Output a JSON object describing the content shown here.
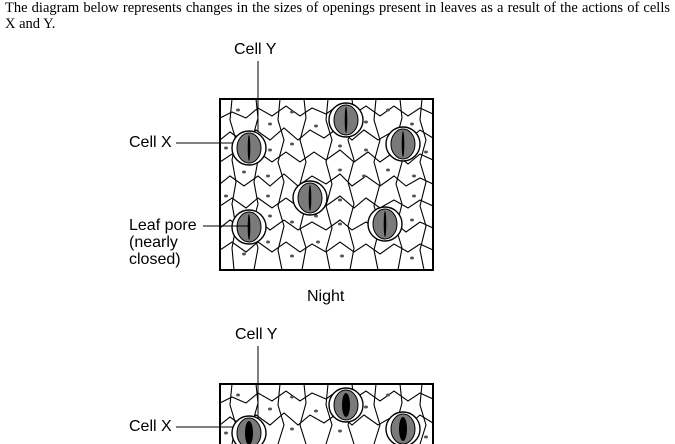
{
  "intro_text": "The diagram below represents changes in the sizes of openings present in leaves as a result of the actions of cells X and Y.",
  "night_panel": {
    "cell_y_label": "Cell Y",
    "cell_x_label": "Cell X",
    "pore_label_line1": "Leaf pore",
    "pore_label_line2": "(nearly",
    "pore_label_line3": "closed)",
    "caption": "Night"
  },
  "day_panel": {
    "cell_y_label": "Cell Y",
    "cell_x_label": "Cell X"
  },
  "colors": {
    "stroke": "#000000",
    "guard_cell": "#808080",
    "background": "#ffffff"
  }
}
